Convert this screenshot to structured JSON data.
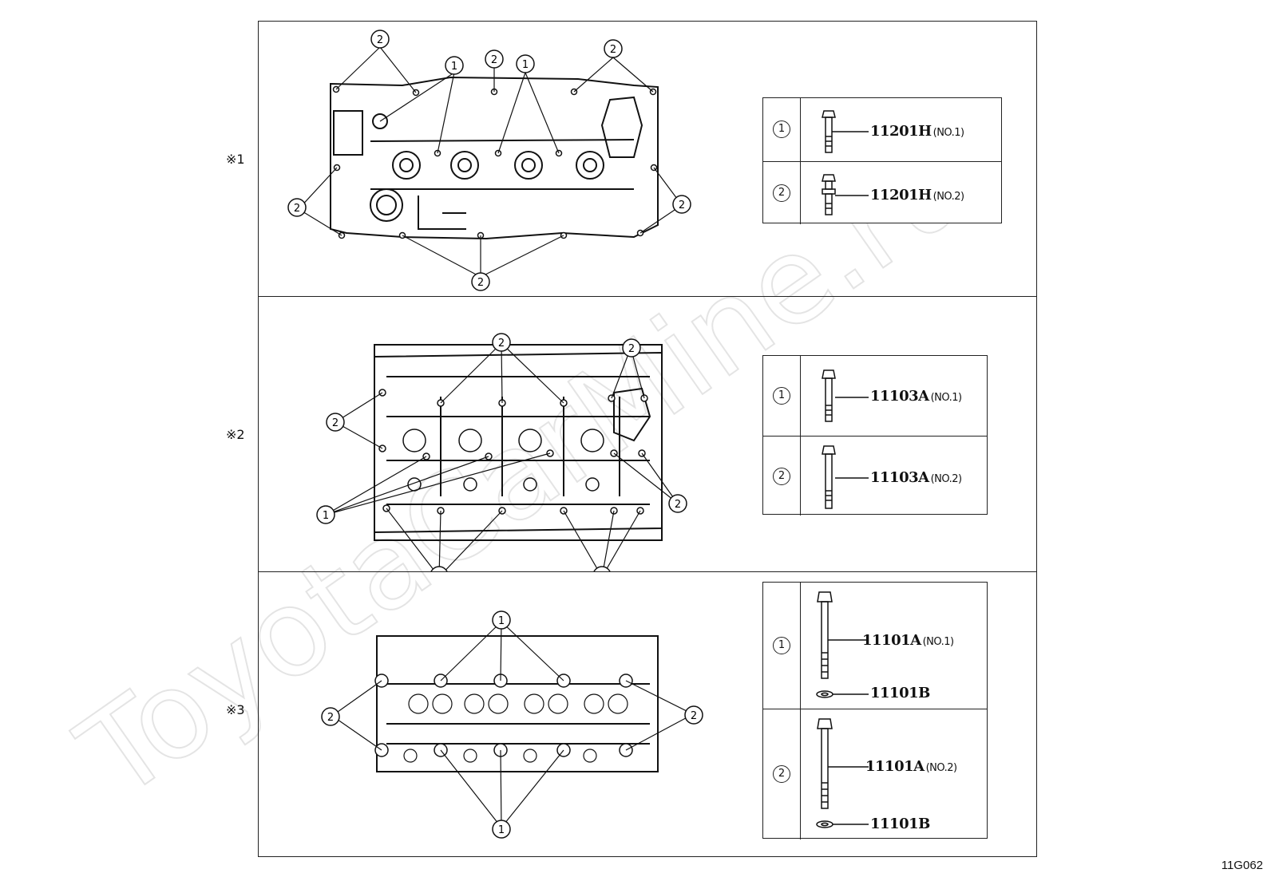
{
  "watermark": "ToyotaCarMine.ru",
  "figure_code": "11G062",
  "sections": [
    {
      "marker": "※1",
      "legend": [
        {
          "num": "1",
          "part": "11201H",
          "sub": "(NO.1)"
        },
        {
          "num": "2",
          "part": "11201H",
          "sub": "(NO.2)"
        }
      ]
    },
    {
      "marker": "※2",
      "legend": [
        {
          "num": "1",
          "part": "11103A",
          "sub": "(NO.1)"
        },
        {
          "num": "2",
          "part": "11103A",
          "sub": "(NO.2)"
        }
      ]
    },
    {
      "marker": "※3",
      "legend": [
        {
          "num": "1",
          "part": "11101A",
          "sub": "(NO.1)",
          "washer": "11101B"
        },
        {
          "num": "2",
          "part": "11101A",
          "sub": "(NO.2)",
          "washer": "11101B"
        }
      ]
    }
  ],
  "callout_labels": {
    "one": "1",
    "two": "2"
  }
}
